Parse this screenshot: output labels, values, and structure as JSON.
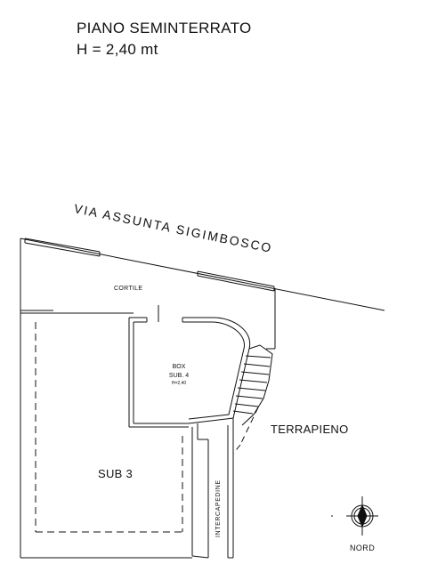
{
  "header": {
    "title": "PIANO SEMINTERRATO",
    "height": "H = 2,40 mt"
  },
  "labels": {
    "street": "VIA ASSUNTA SIGIMBOSCO",
    "courtyard": "CORTILE",
    "box_title": "BOX",
    "box_sub": "SUB. 4",
    "box_height": "H=2,40",
    "embankment": "TERRAPIENO",
    "sub3": "SUB 3",
    "cavity": "INTERCAPEDINE",
    "north": "NORD"
  },
  "icons": {
    "north_arrow": "compass-north-icon"
  }
}
